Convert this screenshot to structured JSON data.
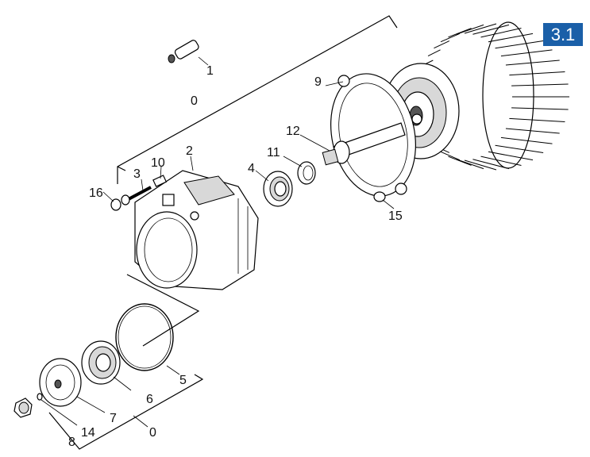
{
  "badge": {
    "text": "3.1",
    "color": "#1a5fa8"
  },
  "callouts": {
    "c1": "1",
    "c0_top": "0",
    "c9": "9",
    "c12": "12",
    "c11": "11",
    "c2": "2",
    "c10": "10",
    "c3": "3",
    "c4": "4",
    "c16": "16",
    "c15": "15",
    "c5": "5",
    "c6": "6",
    "c7": "7",
    "c14": "14",
    "c8": "8",
    "c0_bottom": "0"
  }
}
